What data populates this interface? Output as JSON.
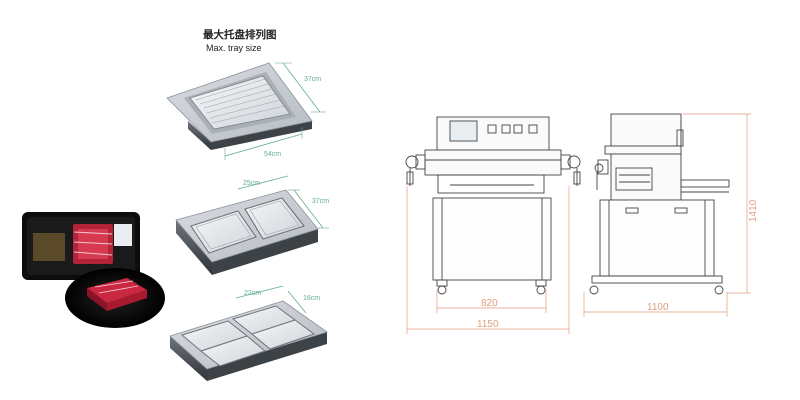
{
  "header": {
    "title_zh": "最大托盘排列图",
    "title_en": "Max. tray size"
  },
  "tray_layouts": [
    {
      "id": "single",
      "width_label": "37cm",
      "length_label": "54cm"
    },
    {
      "id": "double",
      "width_label": "25cm",
      "length_label": "37cm"
    },
    {
      "id": "quad",
      "width_label": "22cm",
      "length_label": "16cm"
    }
  ],
  "drawings": {
    "front": {
      "width_main_label": "1150",
      "width_inner_label": "820"
    },
    "side": {
      "depth_label": "1100",
      "height_label": "1410"
    }
  },
  "colors": {
    "dimension_line": "#e39b7c",
    "tray_dimension": "#5fae93",
    "line_art": "#444444"
  }
}
